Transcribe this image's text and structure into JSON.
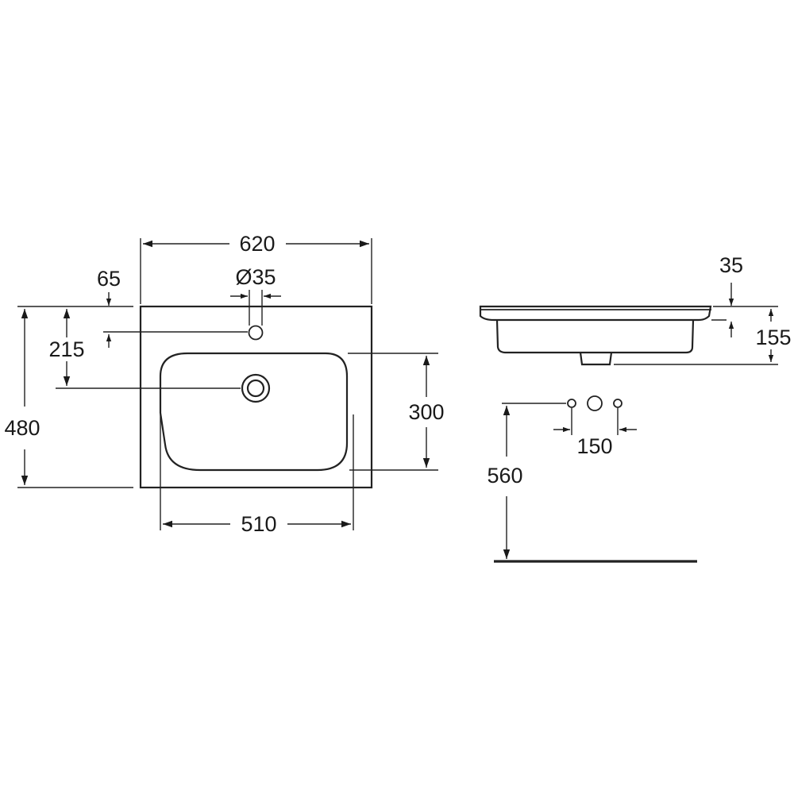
{
  "top_view": {
    "width_overall": "620",
    "depth_overall": "480",
    "tap_hole_offset": "65",
    "tap_hole_diameter": "Ø35",
    "drain_offset": "215",
    "bowl_width": "510",
    "bowl_depth": "300"
  },
  "side_view": {
    "rim_thickness": "35",
    "total_height": "155",
    "fitting_spacing": "150",
    "mounting_height": "560"
  },
  "colors": {
    "line": "#222222",
    "text": "#1a1a1a",
    "background": "#ffffff"
  }
}
